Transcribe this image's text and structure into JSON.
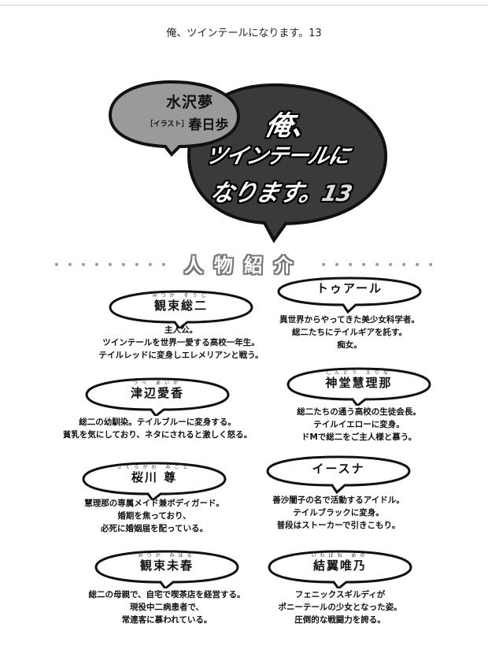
{
  "header": "俺、ツインテールになります。13",
  "cover": {
    "author": "水沢夢",
    "illust_tag": "［イラスト］",
    "illustrator": "春日歩",
    "title_line1": "俺、",
    "title_line2": "ツインテールに",
    "title_line3": "なります。",
    "volume": "13"
  },
  "section": {
    "dots_left": "・・・・・・・・・",
    "title": "人物紹介",
    "dots_right": "・・・・・・・・・"
  },
  "characters": [
    {
      "ruby": "みつか そうじ",
      "name": "観束総二",
      "lines": [
        "主人公。",
        "ツインテールを世界一愛する高校一年生。",
        "テイルレッドに変身しエレメリアンと戦う。"
      ]
    },
    {
      "ruby": "",
      "name": "トゥアール",
      "lines": [
        "異世界からやってきた美少女科学者。",
        "総二たちにテイルギアを託す。",
        "痴女。"
      ]
    },
    {
      "ruby": "つべ あいか",
      "name": "津辺愛香",
      "lines": [
        "総二の幼馴染。テイルブルーに変身する。",
        "貧乳を気にしており、ネタにされると激しく怒る。"
      ]
    },
    {
      "ruby": "しんどう えりな",
      "name": "神堂慧理那",
      "lines": [
        "総二たちの通う高校の生徒会長。",
        "テイルイエローに変身。",
        "ドMで総二をご主人様と慕う。"
      ]
    },
    {
      "ruby": "さくらがわ みこと",
      "name": "桜川 尊",
      "lines": [
        "慧理那の専属メイド兼ボディガード。",
        "婚期を焦っており、",
        "必死に婚姻届を配っている。"
      ]
    },
    {
      "ruby": "",
      "name": "イースナ",
      "lines": [
        "善沙闇子の名で活動するアイドル。",
        "テイルブラックに変身。",
        "普段はストーカーで引きこもり。"
      ]
    },
    {
      "ruby": "みつか みはる",
      "name": "観束未春",
      "lines": [
        "総二の母親で、自宅で喫茶店を経営する。",
        "現役中二病患者で、",
        "常連客に慕われている。"
      ]
    },
    {
      "ruby": "いわばね めの",
      "name": "結翼唯乃",
      "lines": [
        "フェニックスギルディが",
        "ポニーテールの少女となった姿。",
        "圧倒的な戦闘力を誇る。"
      ]
    }
  ]
}
